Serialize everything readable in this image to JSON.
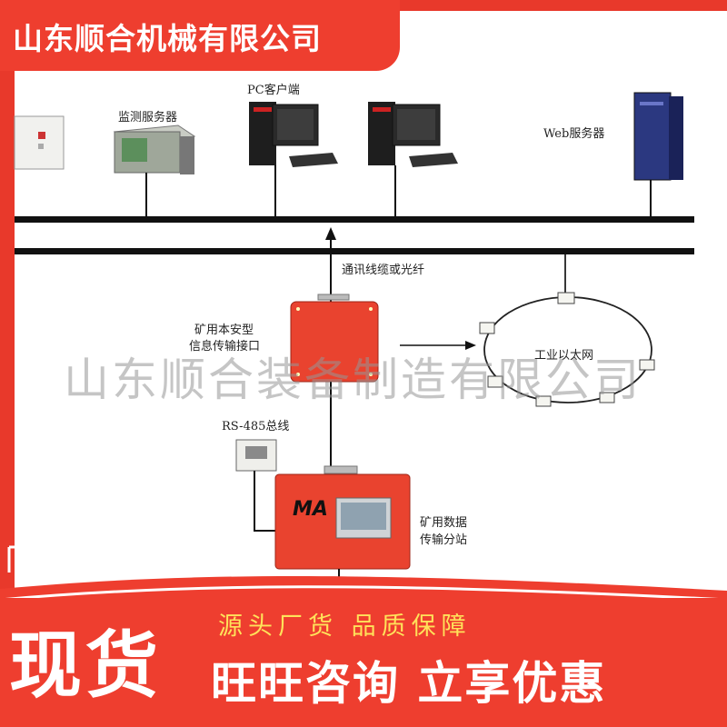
{
  "banner": {
    "company": "山东顺合机械有限公司"
  },
  "watermark": {
    "text": "山东顺合装备制造有限公司"
  },
  "diagram": {
    "labels": {
      "monitor_server": "监测服务器",
      "pc_client": "PC客户端",
      "web_server": "Web服务器",
      "cable": "通讯线缆或光纤",
      "interface_line1": "矿用本安型",
      "interface_line2": "信息传输接口",
      "ethernet": "工业以太网",
      "rs485": "RS-485总线",
      "substation_line1": "矿用数据",
      "substation_line2": "传输分站",
      "ma_mark": "MA"
    }
  },
  "promo": {
    "stock": "现货",
    "slogan": "源头厂货  品质保障",
    "cta": "旺旺咨询 立享优惠"
  },
  "colors": {
    "brand_red": "#ee3e2f",
    "device_red": "#e9432f",
    "accent_yellow": "#ffe25a"
  }
}
